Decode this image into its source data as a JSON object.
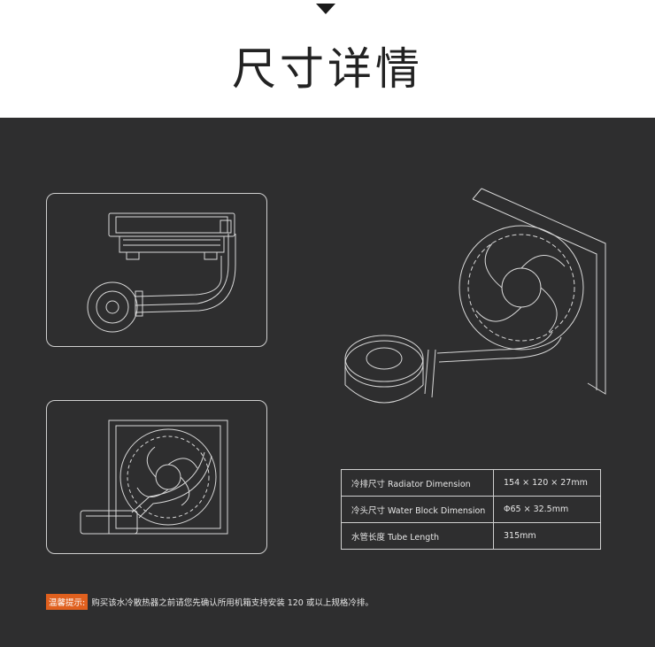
{
  "header": {
    "title": "尺寸详情"
  },
  "specs": {
    "rows": [
      {
        "label": "冷排尺寸 Radiator Dimension",
        "value": "154 × 120 × 27mm"
      },
      {
        "label": "冷头尺寸 Water Block Dimension",
        "value": "Φ65 × 32.5mm"
      },
      {
        "label": "水管长度 Tube Length",
        "value": "315mm"
      }
    ]
  },
  "tip": {
    "badge": "温馨提示:",
    "text": "购买该水冷散热器之前请您先确认所用机箱支持安装 120 或以上规格冷排。"
  },
  "colors": {
    "background_dark": "#2e2e2f",
    "line": "#d8d8d8",
    "accent": "#e0601e"
  }
}
